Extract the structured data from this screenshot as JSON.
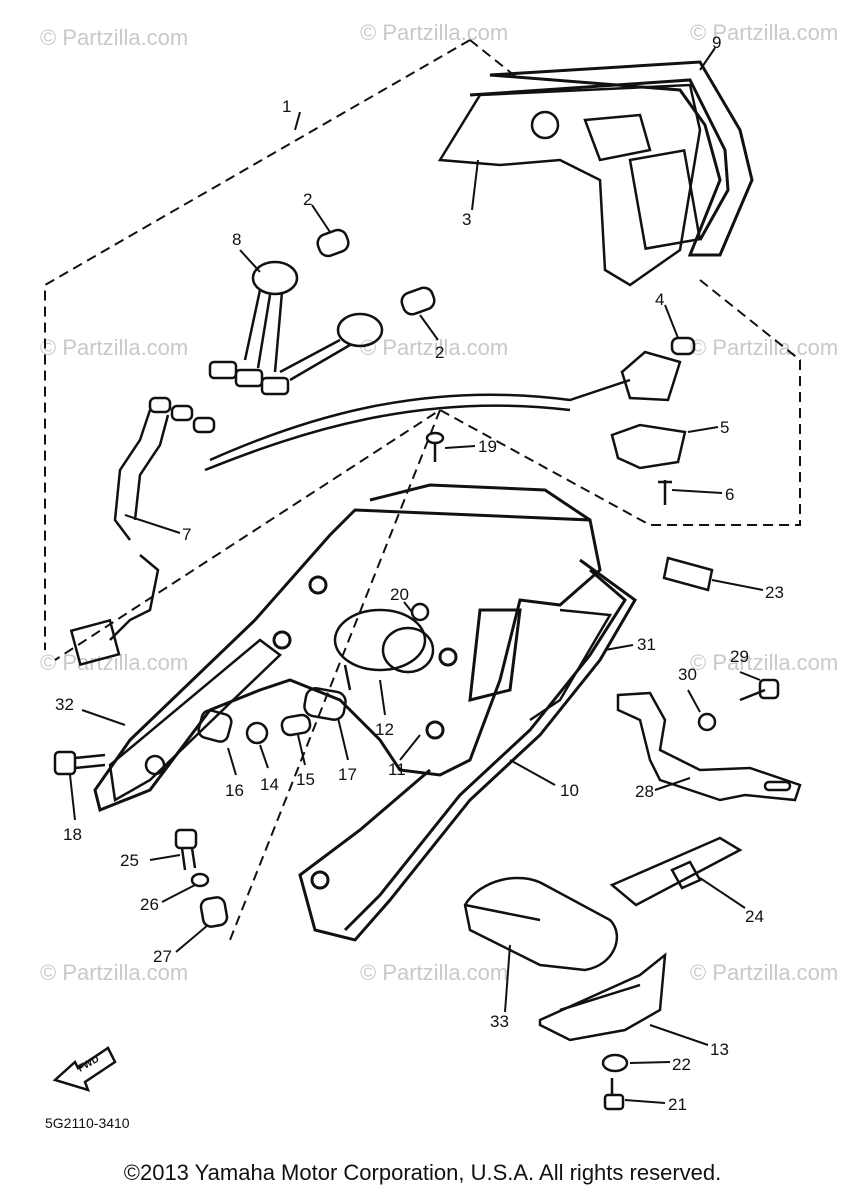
{
  "watermark": "© Partzilla.com",
  "part_code": "5G2110-3410",
  "fwd_label": "FWD",
  "copyright": "©2013 Yamaha Motor Corporation, U.S.A. All rights reserved.",
  "part_numbers": [
    "1",
    "2",
    "2",
    "3",
    "4",
    "5",
    "6",
    "7",
    "8",
    "9",
    "10",
    "11",
    "12",
    "13",
    "14",
    "15",
    "16",
    "17",
    "18",
    "19",
    "20",
    "21",
    "22",
    "23",
    "24",
    "25",
    "26",
    "27",
    "28",
    "29",
    "30",
    "31",
    "32",
    "33"
  ]
}
